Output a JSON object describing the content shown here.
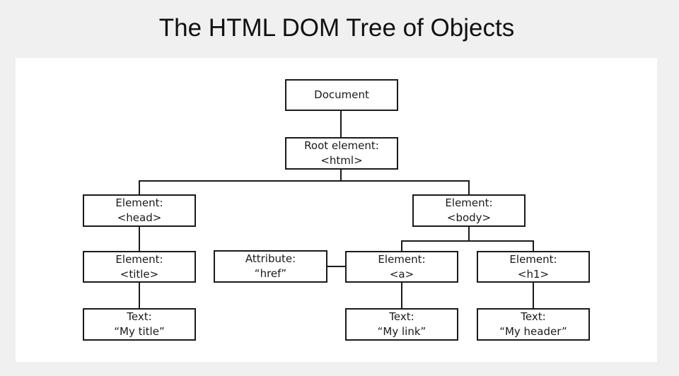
{
  "page": {
    "title": "The HTML DOM Tree of Objects"
  },
  "colors": {
    "background": "#f0f0f0",
    "panel": "#ffffff",
    "line": "#1a1a1a",
    "text": "#1a1a1a"
  },
  "diagram": {
    "nodes": {
      "document": {
        "line1": "Document",
        "line2": ""
      },
      "root": {
        "line1": "Root element:",
        "line2": "<html>"
      },
      "head": {
        "line1": "Element:",
        "line2": "<head>"
      },
      "body": {
        "line1": "Element:",
        "line2": "<body>"
      },
      "title_el": {
        "line1": "Element:",
        "line2": "<title>"
      },
      "attr": {
        "line1": "Attribute:",
        "line2": "“href”"
      },
      "a": {
        "line1": "Element:",
        "line2": "<a>"
      },
      "h1": {
        "line1": "Element:",
        "line2": "<h1>"
      },
      "text_title": {
        "line1": "Text:",
        "line2": "“My title”"
      },
      "text_link": {
        "line1": "Text:",
        "line2": "“My link”"
      },
      "text_header": {
        "line1": "Text:",
        "line2": "“My header”"
      }
    }
  }
}
